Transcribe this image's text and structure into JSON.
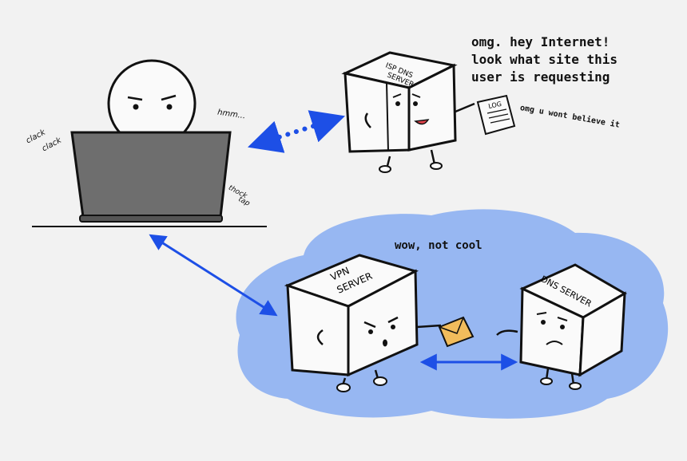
{
  "diagram": {
    "isp_speech": "omg. hey Internet!\nlook what site this\nuser is requesting",
    "isp_aside": "omg u wont believe it",
    "vpn_caption": "wow, not cool",
    "user_sounds": {
      "hmm": "hmm...",
      "clack1": "clack",
      "clack2": "clack",
      "thock1": "thock",
      "thock2": "tap"
    },
    "boxes": {
      "isp_label_1": "ISP DNS",
      "isp_label_2": "SERVER",
      "vpn_label_1": "VPN",
      "vpn_label_2": "SERVER",
      "dns_label": "DNS SERVER",
      "log_label": "LOG"
    },
    "colors": {
      "cloud": "#97b7f2",
      "arrow": "#1d4fe6",
      "laptop": "#6e6e6e",
      "envelope": "#f2bc5c",
      "mouth": "#e0424a"
    }
  }
}
